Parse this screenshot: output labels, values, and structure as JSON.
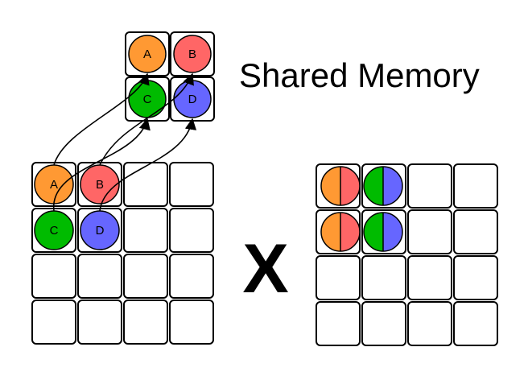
{
  "title": "Shared Memory",
  "operator": "X",
  "labels": [
    "A",
    "B",
    "C",
    "D"
  ],
  "colors": {
    "A": "#FF9933",
    "B": "#FF6666",
    "C": "#00BB00",
    "D": "#6666FF"
  },
  "shared_memory_grid": {
    "rows": 2,
    "cols": 2
  },
  "left_matrix": {
    "rows": 4,
    "cols": 4
  },
  "right_matrix": {
    "rows": 4,
    "cols": 4
  },
  "right_split_balls": [
    {
      "left": "A",
      "right": "B"
    },
    {
      "left": "C",
      "right": "D"
    },
    {
      "left": "A",
      "right": "B"
    },
    {
      "left": "C",
      "right": "D"
    }
  ]
}
